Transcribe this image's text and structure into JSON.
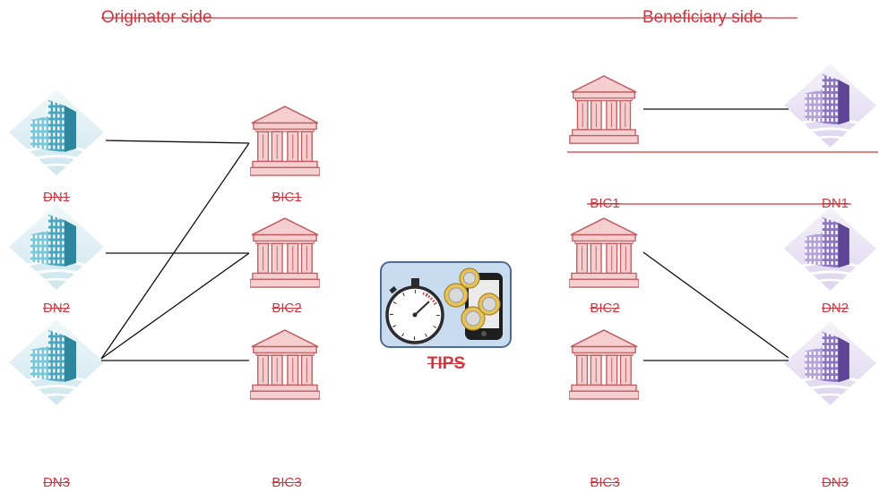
{
  "header": {
    "originator_label": "Originator side",
    "beneficiary_label": "Beneficiary side"
  },
  "originator": {
    "participants": [
      {
        "dn": "DN1",
        "bic": "BIC1"
      },
      {
        "dn": "DN2",
        "bic": "BIC2"
      },
      {
        "dn": "DN3",
        "bic": "BIC3"
      }
    ]
  },
  "beneficiary": {
    "participants": [
      {
        "bic": "BIC1",
        "dn": "DN1"
      },
      {
        "bic": "BIC2",
        "dn": "DN2"
      },
      {
        "bic": "BIC3",
        "dn": "DN3"
      }
    ]
  },
  "tips": {
    "label": "TIPS"
  },
  "icons": {
    "originator_party": "office-building-icon",
    "bank": "bank-icon",
    "beneficiary_party": "office-building-icon",
    "tips": "stopwatch-coins-phone-icon"
  },
  "colors": {
    "accent_red": "#d0363f",
    "originator_building": "#4aa7bf",
    "beneficiary_building": "#8c74c0",
    "bank_fill": "#f5cfcf",
    "bank_stroke": "#c25e62",
    "tips_box": "#c9dcef",
    "connector": "#111111"
  }
}
